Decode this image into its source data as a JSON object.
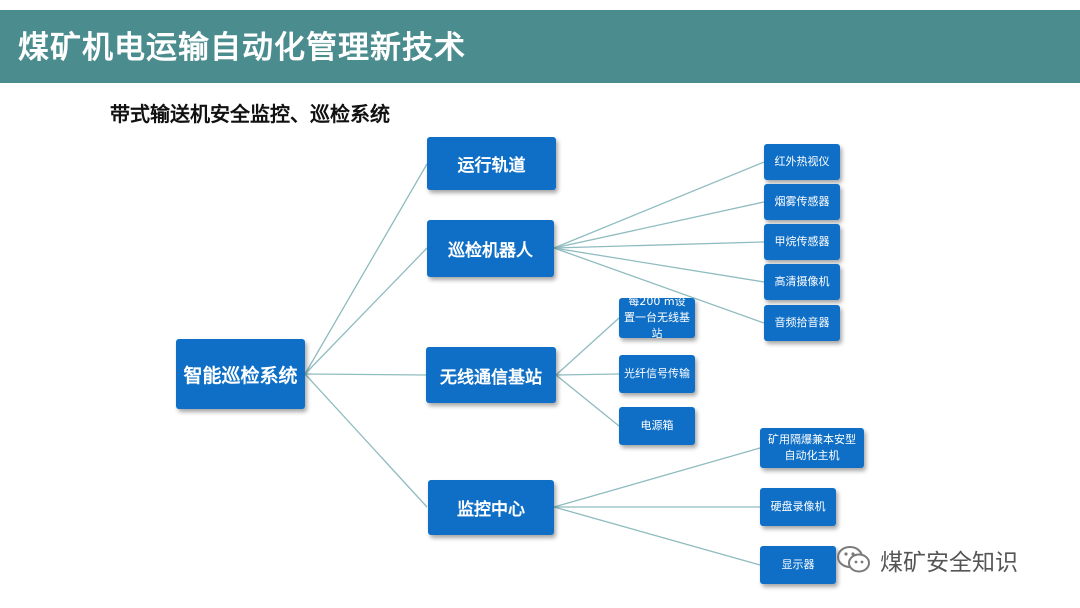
{
  "header": {
    "title": "煤矿机电运输自动化管理新技术"
  },
  "subtitle": "带式输送机安全监控、巡检系统",
  "diagram": {
    "root": "智能巡检系统",
    "branches": [
      {
        "label": "运行轨道",
        "children": []
      },
      {
        "label": "巡检机器人",
        "children": [
          "红外热视仪",
          "烟雾传感器",
          "甲烷传感器",
          "高清摄像机",
          "音频拾音器"
        ]
      },
      {
        "label": "无线通信基站",
        "children": [
          "每200 m设置一台无线基站",
          "光纤信号传输",
          "电源箱"
        ]
      },
      {
        "label": "监控中心",
        "children": [
          "矿用隔爆兼本安型自动化主机",
          "硬盘录像机",
          "显示器"
        ]
      }
    ]
  },
  "colors": {
    "header_bg": "#4b8c8f",
    "node_fill": "#0f6fc6",
    "connector": "#8fbcc0"
  },
  "watermark": {
    "text": "煤矿安全知识",
    "icon": "wechat-icon"
  }
}
